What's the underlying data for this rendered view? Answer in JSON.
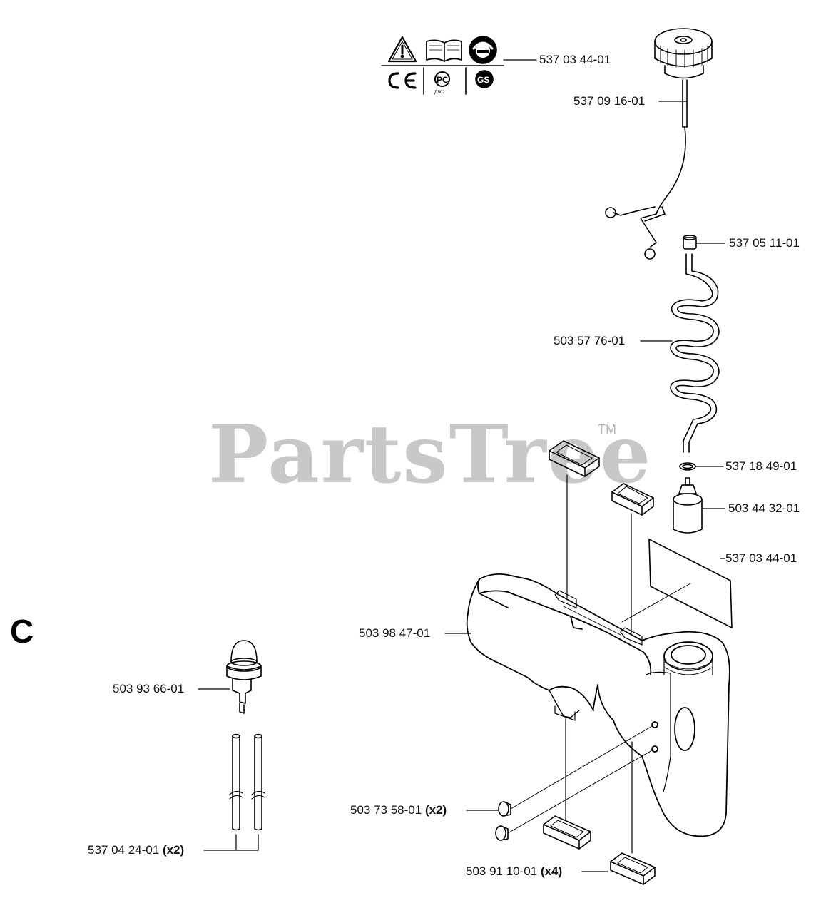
{
  "watermark": {
    "text": "PartsTree",
    "tm": "TM"
  },
  "section_letter": "C",
  "labels": {
    "decal_top": {
      "part": "537 03 44-01"
    },
    "fuel_cap_strap": {
      "part": "537 09 16-01"
    },
    "hose_fitting": {
      "part": "537 05 11-01"
    },
    "fuel_hose": {
      "part": "503 57 76-01"
    },
    "o_ring": {
      "part": "537 18 49-01"
    },
    "fuel_filter": {
      "part": "503 44 32-01"
    },
    "decal_tank": {
      "part": "537 03 44-01"
    },
    "fuel_tank": {
      "part": "503 98 47-01"
    },
    "primer_bulb": {
      "part": "503 93 66-01"
    },
    "tube": {
      "part": "537 04 24-01",
      "qty": "(x2)"
    },
    "grommet": {
      "part": "503 73 58-01",
      "qty": "(x2)"
    },
    "rubber_pad": {
      "part": "503 91 10-01",
      "qty": "(x4)"
    }
  }
}
